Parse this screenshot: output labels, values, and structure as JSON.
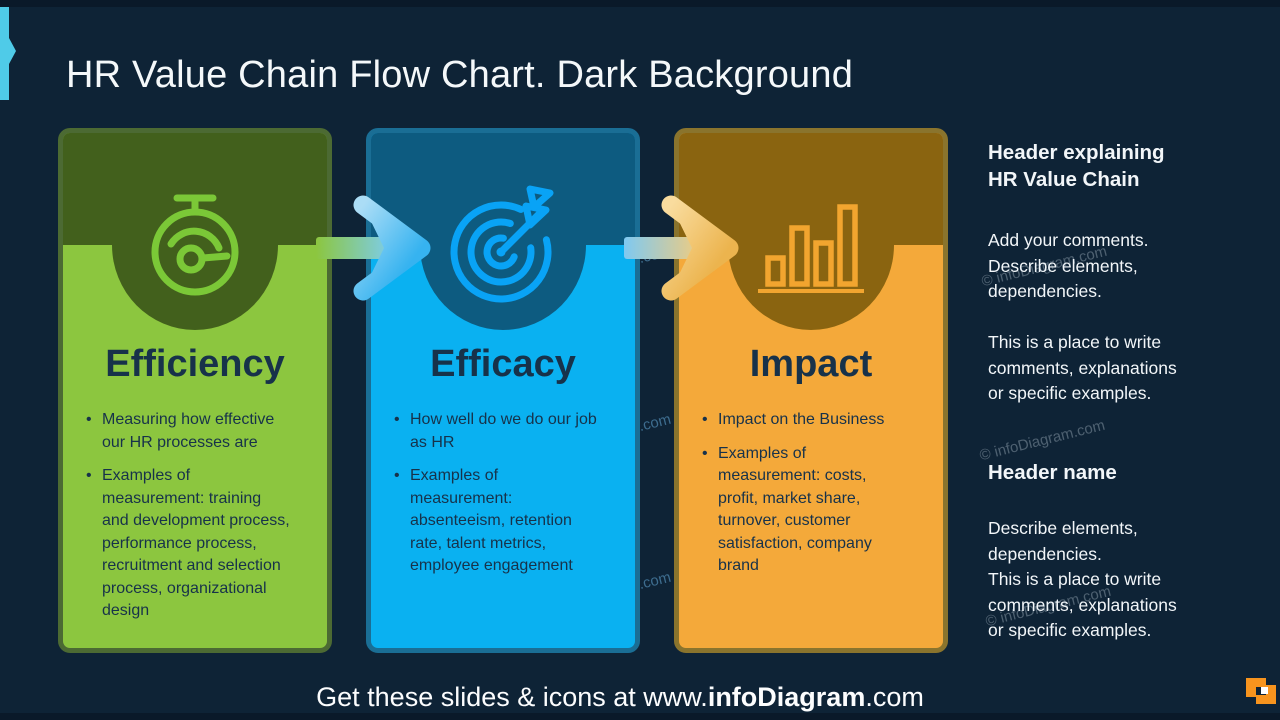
{
  "slide": {
    "title": "HR Value Chain Flow Chart. Dark Background",
    "background_color": "#0E2336",
    "accent_cyan": "#4FCBE8",
    "watermark": "© infoDiagram.com",
    "footer": {
      "prefix": "Get these slides & icons at www.",
      "brand": "infoDiagram",
      "suffix": ".com"
    }
  },
  "cards": [
    {
      "title": "Efficiency",
      "icon": "stopwatch-icon",
      "color_bright": "#8CC63F",
      "color_dark": "#42601C",
      "color_border": "#4C6A33",
      "color_icon": "#7BC837",
      "bullets": [
        "Measuring how effective\nour HR processes are",
        "Examples of\nmeasurement: training\nand development process,\nperformance process,\nrecruitment and selection\nprocess, organizational\ndesign"
      ]
    },
    {
      "title": "Efficacy",
      "icon": "target-icon",
      "color_bright": "#0AB1F1",
      "color_dark": "#0D5B80",
      "color_border": "#1A6E95",
      "color_icon": "#09A3F6",
      "bullets": [
        "How well do we do our job\nas HR",
        "Examples of\nmeasurement:\nabsenteeism, retention\nrate, talent metrics,\nemployee engagement"
      ]
    },
    {
      "title": "Impact",
      "icon": "bar-chart-icon",
      "color_bright": "#F4A93A",
      "color_dark": "#8A6410",
      "color_border": "#8A742D",
      "color_icon": "#F2A52F",
      "bullets": [
        "Impact on the Business",
        "Examples of\nmeasurement: costs,\nprofit, market share,\nturnover, customer\nsatisfaction, company\nbrand"
      ]
    }
  ],
  "sidebar": {
    "section1_header": "Header explaining\nHR Value Chain",
    "section1_p1": "Add your comments.\nDescribe elements,\ndependencies.",
    "section1_p2": "This is a place to write\ncomments, explanations\nor specific examples.",
    "section2_header": "Header name",
    "section2_p1": "Describe elements,\ndependencies.\nThis is a place to write\ncomments, explanations\nor specific examples."
  }
}
